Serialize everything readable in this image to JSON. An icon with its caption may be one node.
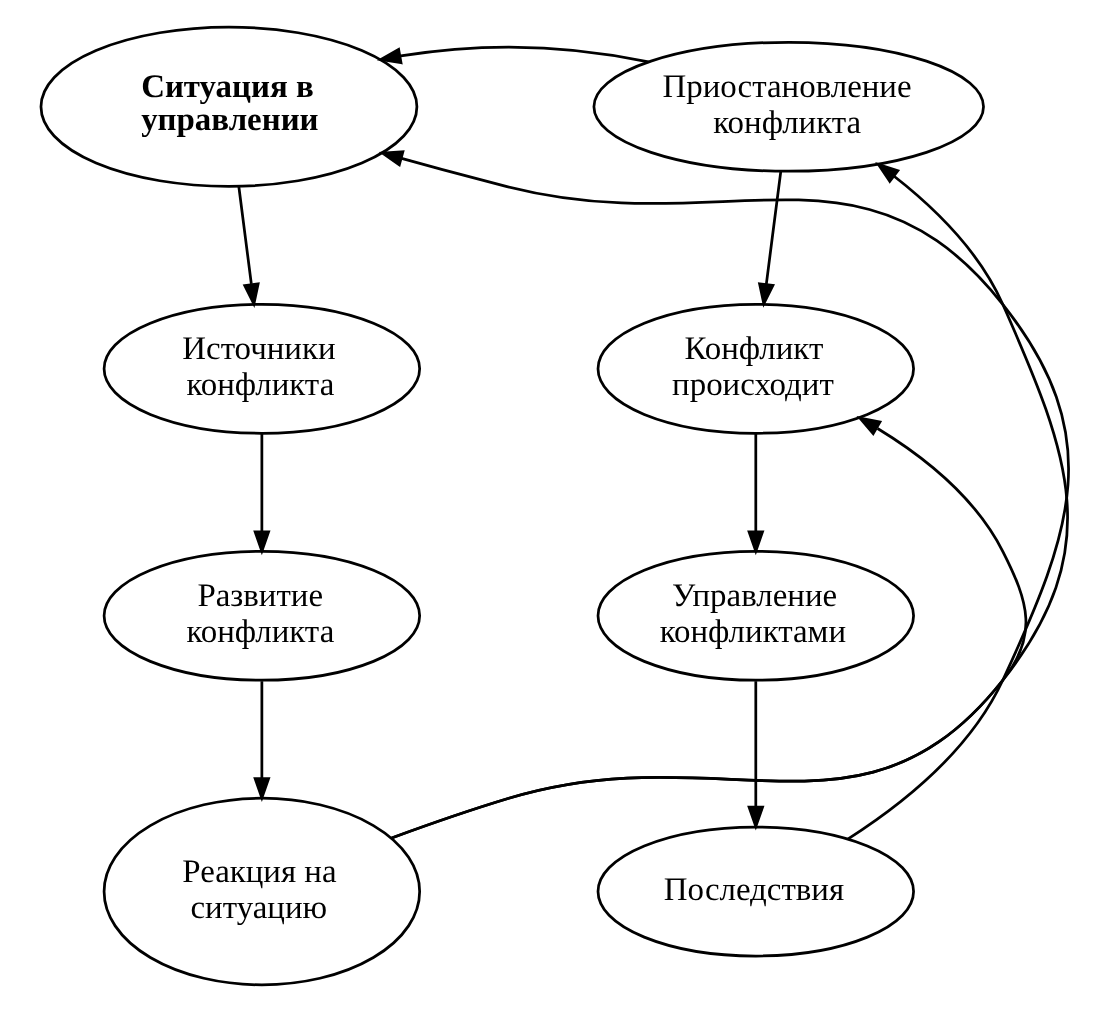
{
  "diagram": {
    "nodes": [
      {
        "text": [
          "Ситуация в управлении"
        ]
      },
      {
        "text": [
          "Источники конфликта"
        ]
      },
      {
        "text": [
          "Развитие конфликта"
        ]
      },
      {
        "text": [
          "Реакция на ситуацию"
        ]
      },
      {
        "text": [
          "Приостановление конфликта"
        ]
      },
      {
        "text": [
          "Конфликт происходит"
        ]
      },
      {
        "text": [
          "Управление конфликтами"
        ]
      },
      {
        "text": [
          "Последствия"
        ]
      }
    ],
    "edges": [
      {
        "from": 0,
        "to": 1,
        "arrow": "to"
      },
      {
        "from": 1,
        "to": 2,
        "arrow": "to"
      },
      {
        "from": 2,
        "to": 3,
        "arrow": "to"
      },
      {
        "from": 3,
        "to": 4,
        "arrow": "to"
      },
      {
        "from": 3,
        "to": 5,
        "arrow": "to"
      },
      {
        "from": 4,
        "to": 0,
        "arrow": "to"
      },
      {
        "from": 4,
        "to": 5,
        "arrow": "to"
      },
      {
        "from": 5,
        "to": 6,
        "arrow": "to"
      },
      {
        "from": 6,
        "to": 7,
        "arrow": "to"
      },
      {
        "from": 7,
        "to": 0,
        "arrow": "to"
      }
    ]
  }
}
